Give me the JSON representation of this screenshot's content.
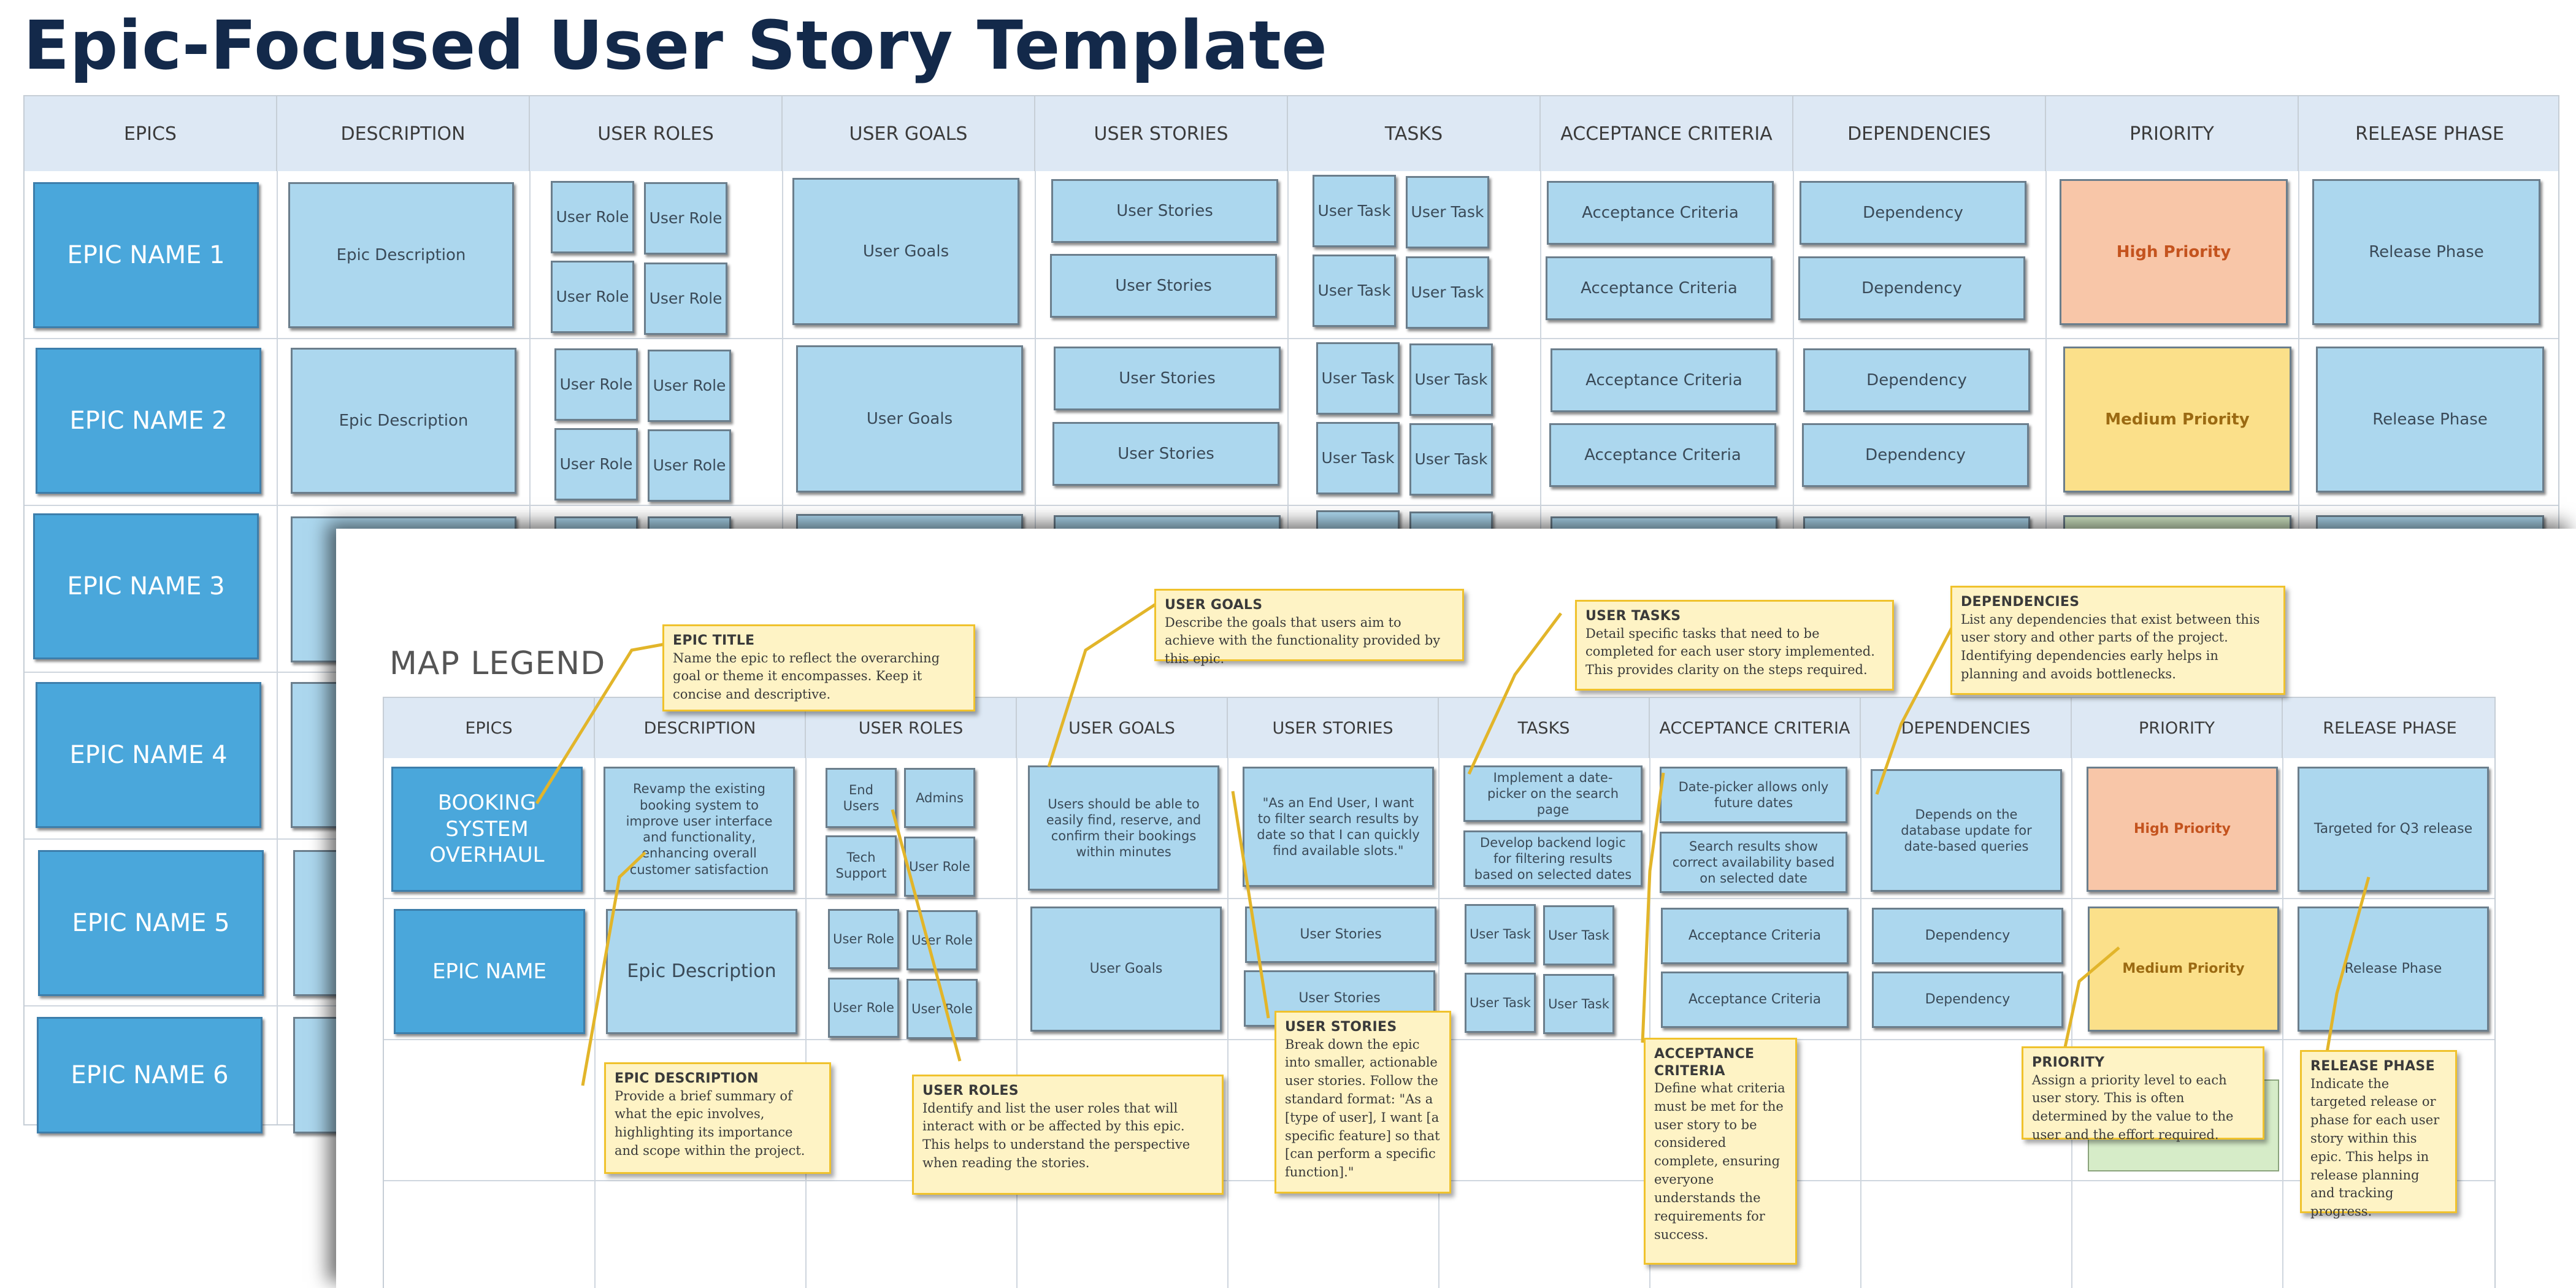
{
  "title": "Epic-Focused User Story Template",
  "columns": [
    "EPICS",
    "DESCRIPTION",
    "USER ROLES",
    "USER GOALS",
    "USER STORIES",
    "TASKS",
    "ACCEPTANCE CRITERIA",
    "DEPENDENCIES",
    "PRIORITY",
    "RELEASE PHASE"
  ],
  "template": {
    "epics": [
      "EPIC NAME 1",
      "EPIC NAME 2",
      "EPIC NAME 3",
      "EPIC NAME 4",
      "EPIC NAME 5",
      "EPIC NAME 6"
    ],
    "description": "Epic Description",
    "user_role": "User Role",
    "user_goals": "User Goals",
    "user_stories": "User Stories",
    "task": "User Task",
    "acceptance": "Acceptance Criteria",
    "dependency": "Dependency",
    "priority_high": "High Priority",
    "priority_medium": "Medium Priority",
    "release": "Release Phase"
  },
  "legend": {
    "title": "MAP LEGEND",
    "example": {
      "epic": "BOOKING SYSTEM OVERHAUL",
      "description": "Revamp the existing booking system to improve user interface and functionality, enhancing overall customer satisfaction",
      "roles": [
        "End Users",
        "Admins",
        "Tech Support",
        "User Role"
      ],
      "goal": "Users should be able to easily find, reserve, and confirm their bookings within minutes",
      "story": "\"As an End User, I want to filter search results by date so that I can quickly find available slots.\"",
      "tasks": [
        "Implement a date-picker on the search page",
        "Develop backend logic for filtering results based on selected dates"
      ],
      "acceptance": [
        "Date-picker allows only future dates",
        "Search results show correct availability based on selected date"
      ],
      "dependency": "Depends on the database update for date-based queries",
      "priority": "High Priority",
      "release": "Targeted for Q3 release"
    },
    "row2": {
      "epic": "EPIC NAME",
      "description": "Epic Description",
      "role": "User Role",
      "goal": "User Goals",
      "story": "User Stories",
      "task": "User Task",
      "acceptance": "Acceptance Criteria",
      "dependency": "Dependency",
      "priority": "Medium Priority",
      "release": "Release Phase"
    }
  },
  "notes": {
    "epic_title": {
      "title": "EPIC TITLE",
      "body": "Name the epic to reflect the overarching goal or theme it encompasses. Keep it concise and descriptive."
    },
    "user_goals": {
      "title": "USER GOALS",
      "body": "Describe the goals that users aim to achieve with the functionality provided by this epic."
    },
    "user_tasks": {
      "title": "USER TASKS",
      "body": "Detail specific tasks that need to be completed for each user story implemented. This provides clarity on the steps required."
    },
    "dependencies": {
      "title": "DEPENDENCIES",
      "body": "List any dependencies that exist between this user story and other parts of the project. Identifying dependencies early helps in planning and avoids bottlenecks."
    },
    "epic_description": {
      "title": "EPIC DESCRIPTION",
      "body": "Provide a brief summary of what the epic involves, highlighting its importance and scope within the project."
    },
    "user_roles": {
      "title": "USER ROLES",
      "body": "Identify and list the user roles that will interact with or be affected by this epic. This helps to understand the perspective when reading the stories."
    },
    "user_stories": {
      "title": "USER STORIES",
      "body": "Break down the epic into smaller, actionable user stories. Follow the standard format: \"As a [type of user], I want [a specific feature] so that [can perform a specific function].\""
    },
    "acceptance": {
      "title": "ACCEPTANCE CRITERIA",
      "body": "Define what criteria must be met for the user story to be considered complete, ensuring everyone understands the requirements for success."
    },
    "priority": {
      "title": "PRIORITY",
      "body": "Assign a priority level to each user story. This is often determined by the value to the user and the effort required."
    },
    "release": {
      "title": "RELEASE PHASE",
      "body": "Indicate the targeted release or phase for each user story within this epic. This helps in release planning and tracking progress."
    }
  },
  "colors": {
    "title": "#13294a",
    "header_bg": "#dde8f4",
    "epic_fill": "#4aa7db",
    "card_fill": "#acd7ee",
    "high_priority": "#f8c6a8",
    "medium_priority": "#fbe08a",
    "note_fill": "#fef3c5",
    "note_border": "#f0c22c"
  }
}
